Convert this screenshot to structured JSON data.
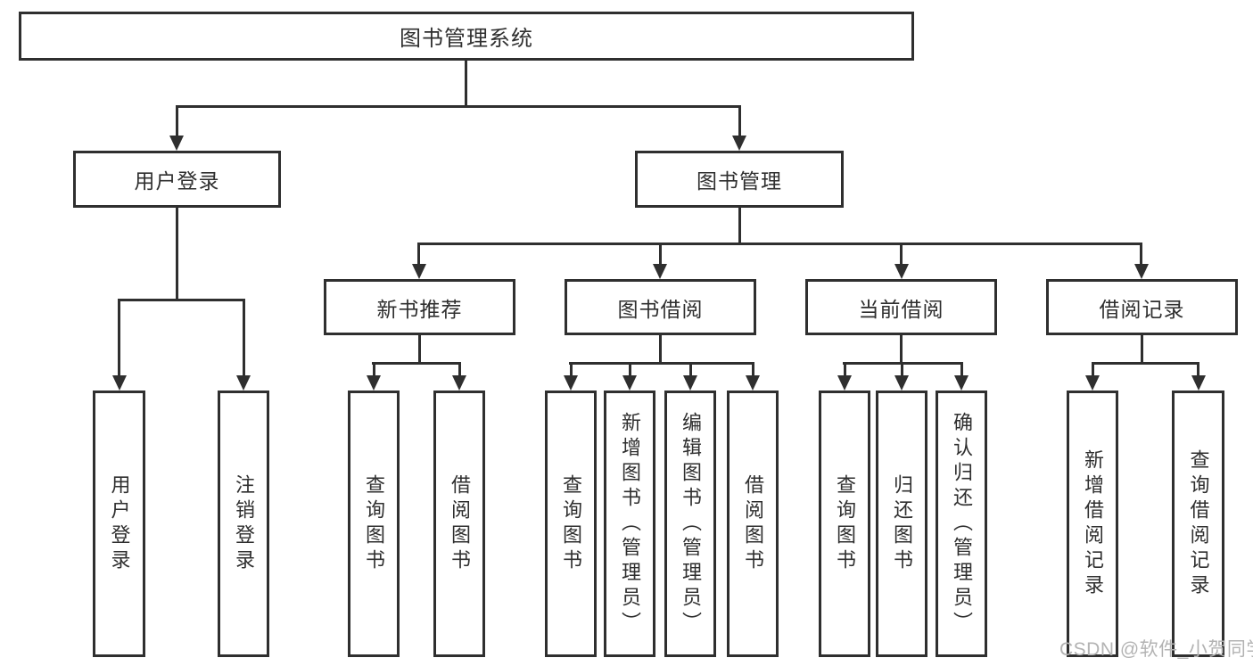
{
  "tree": {
    "root": {
      "label": "图书管理系统"
    },
    "branches": [
      {
        "label": "用户登录",
        "children": [
          {
            "label": "用户登录"
          },
          {
            "label": "注销登录"
          }
        ]
      },
      {
        "label": "图书管理",
        "children": [
          {
            "label": "新书推荐",
            "children": [
              {
                "label": "查询图书"
              },
              {
                "label": "借阅图书"
              }
            ]
          },
          {
            "label": "图书借阅",
            "children": [
              {
                "label": "查询图书"
              },
              {
                "label": "新增图书（管理员）"
              },
              {
                "label": "编辑图书（管理员）"
              },
              {
                "label": "借阅图书"
              }
            ]
          },
          {
            "label": "当前借阅",
            "children": [
              {
                "label": "查询图书"
              },
              {
                "label": "归还图书"
              },
              {
                "label": "确认归还（管理员）"
              }
            ]
          },
          {
            "label": "借阅记录",
            "children": [
              {
                "label": "新增借阅记录"
              },
              {
                "label": "查询借阅记录"
              }
            ]
          }
        ]
      }
    ]
  },
  "watermark": {
    "text": "CSDN @软件_小贺同学"
  },
  "colors": {
    "line": "#2f2f2f",
    "text": "#2f2f2f",
    "box_background": "#ffffff",
    "page_background": "#ffffff",
    "watermark": "#b3b3b3"
  }
}
